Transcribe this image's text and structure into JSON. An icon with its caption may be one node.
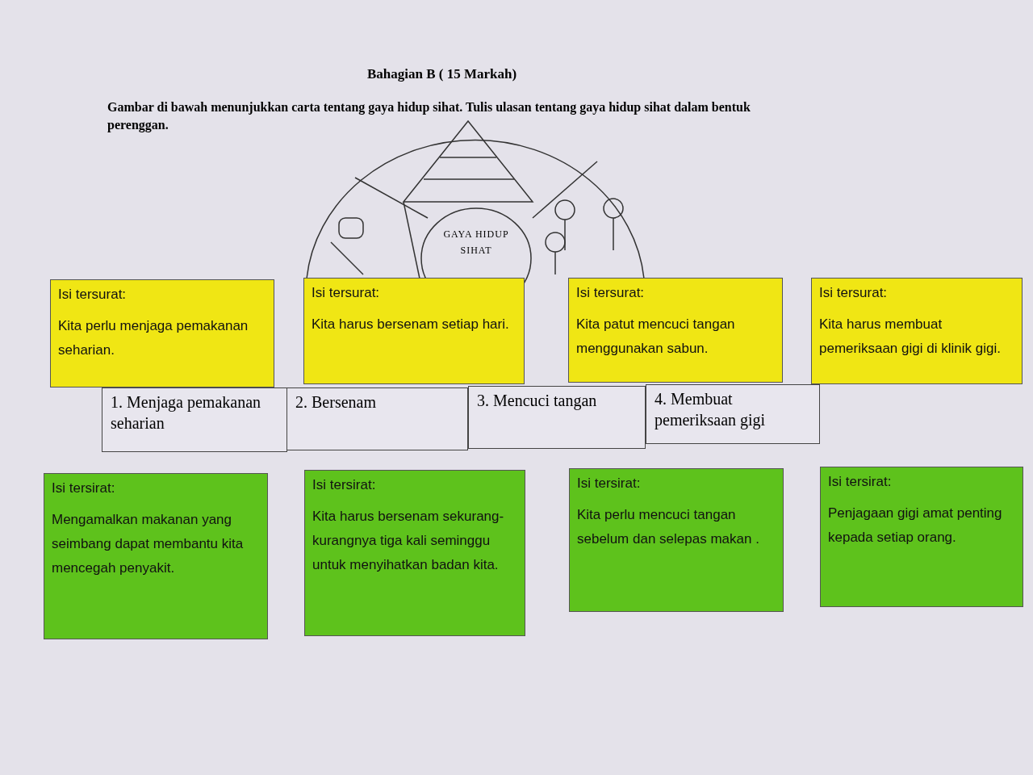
{
  "diagram": {
    "title": "Bahagian B    ( 15 Markah)",
    "nodes": [
      {
        "text": [
          "GAYA HIDUP SIHAT"
        ]
      },
      {
        "text": [
          "Isi tersurat:",
          "Kita perlu menjaga pemakanan seharian."
        ]
      },
      {
        "text": [
          "Isi tersurat:",
          "Kita harus bersenam setiap hari."
        ]
      },
      {
        "text": [
          "Isi tersurat:",
          "Kita patut mencuci tangan menggunakan sabun."
        ]
      },
      {
        "text": [
          "Isi tersurat:",
          "Kita harus membuat pemeriksaan gigi di klinik gigi."
        ]
      },
      {
        "text": [
          "Isi tersirat:",
          "Mengamalkan makanan yang seimbang dapat membantu kita mencegah penyakit."
        ]
      },
      {
        "text": [
          "Isi tersirat:",
          "Kita harus bersenam sekurang-kurangnya tiga kali seminggu untuk menyihatkan badan kita."
        ]
      },
      {
        "text": [
          "Isi tersirat:",
          "Kita perlu mencuci tangan sebelum dan selepas makan ."
        ]
      },
      {
        "text": [
          "Isi tersirat:",
          "Penjagaan gigi amat penting kepada setiap orang."
        ]
      }
    ],
    "edges": [],
    "labels": [
      "Gambar di bawah menunjukkan carta tentang gaya hidup sihat. Tulis ulasan tentang gaya hidup sihat dalam bentuk perenggan.",
      "1. Menjaga pemakanan seharian",
      "2. Bersenam",
      "3. Mencuci tangan",
      "4. Membuat pemeriksaan gigi"
    ]
  }
}
